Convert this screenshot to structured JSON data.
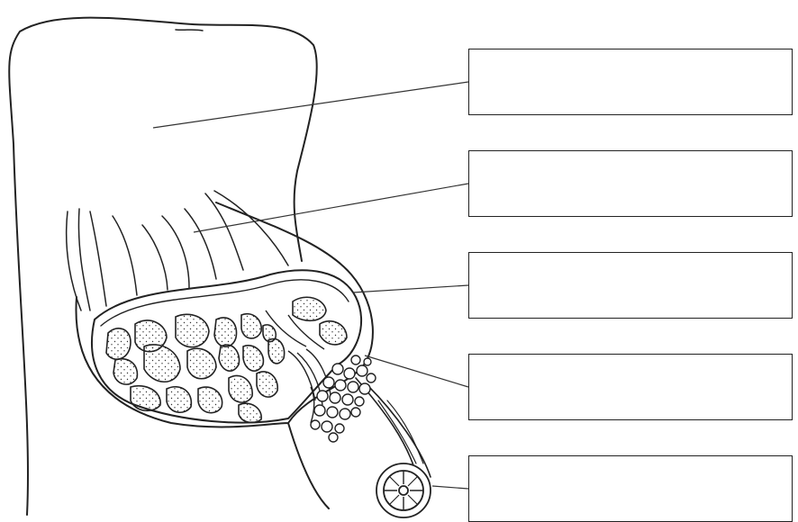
{
  "labels": [
    {
      "id": "label-1",
      "text": ""
    },
    {
      "id": "label-2",
      "text": ""
    },
    {
      "id": "label-3",
      "text": ""
    },
    {
      "id": "label-4",
      "text": ""
    },
    {
      "id": "label-5",
      "text": ""
    }
  ],
  "colors": {
    "stroke": "#222222",
    "background": "#ffffff"
  }
}
